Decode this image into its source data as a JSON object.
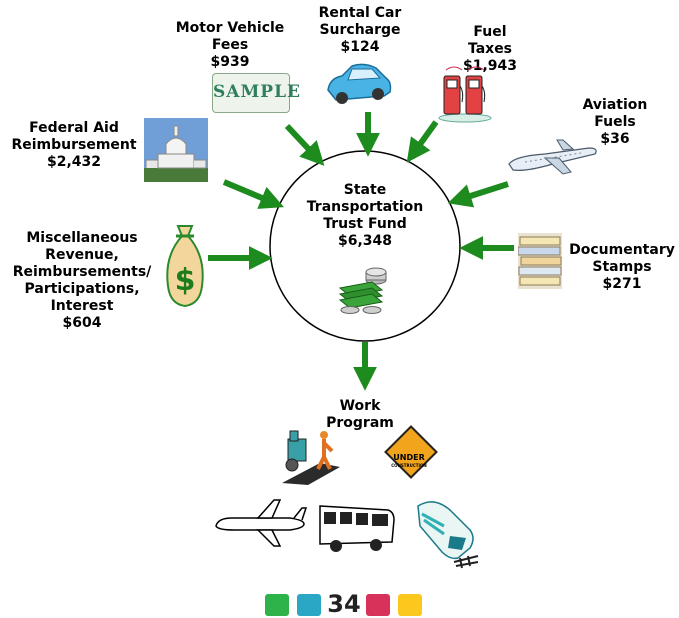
{
  "center": {
    "lines": [
      "State",
      "Transportation",
      "Trust Fund",
      "$6,348"
    ]
  },
  "sources": {
    "motor_vehicle": {
      "lines": [
        "Motor Vehicle",
        "Fees",
        "$939"
      ],
      "icon": "license-plate-icon",
      "plate_text": "SAMPLE"
    },
    "rental_car": {
      "lines": [
        "Rental Car",
        "Surcharge",
        "$124"
      ],
      "icon": "car-icon"
    },
    "fuel": {
      "lines": [
        "Fuel",
        "Taxes",
        "$1,943"
      ],
      "icon": "gas-pump-icon"
    },
    "aviation": {
      "lines": [
        "Aviation",
        "Fuels",
        "$36"
      ],
      "icon": "airplane-icon"
    },
    "federal": {
      "lines": [
        "Federal Aid",
        "Reimbursement",
        "$2,432"
      ],
      "icon": "capitol-icon"
    },
    "documentary": {
      "lines": [
        "Documentary",
        "Stamps",
        "$271"
      ],
      "icon": "documents-icon"
    },
    "misc": {
      "lines": [
        "Miscellaneous",
        "Revenue,",
        "Reimbursements/",
        "Participations,",
        "Interest",
        "$604"
      ],
      "icon": "money-bag-icon"
    }
  },
  "output": {
    "lines": [
      "Work",
      "Program"
    ],
    "sign_text": [
      "UNDER",
      "CONSTRUCTION"
    ]
  },
  "page_number": "34",
  "colors": {
    "arrow": "#1e8b1e",
    "square_green": "#2db34a",
    "square_teal": "#2aa7c4",
    "square_red": "#d8325a",
    "square_yellow": "#fcc81e"
  }
}
